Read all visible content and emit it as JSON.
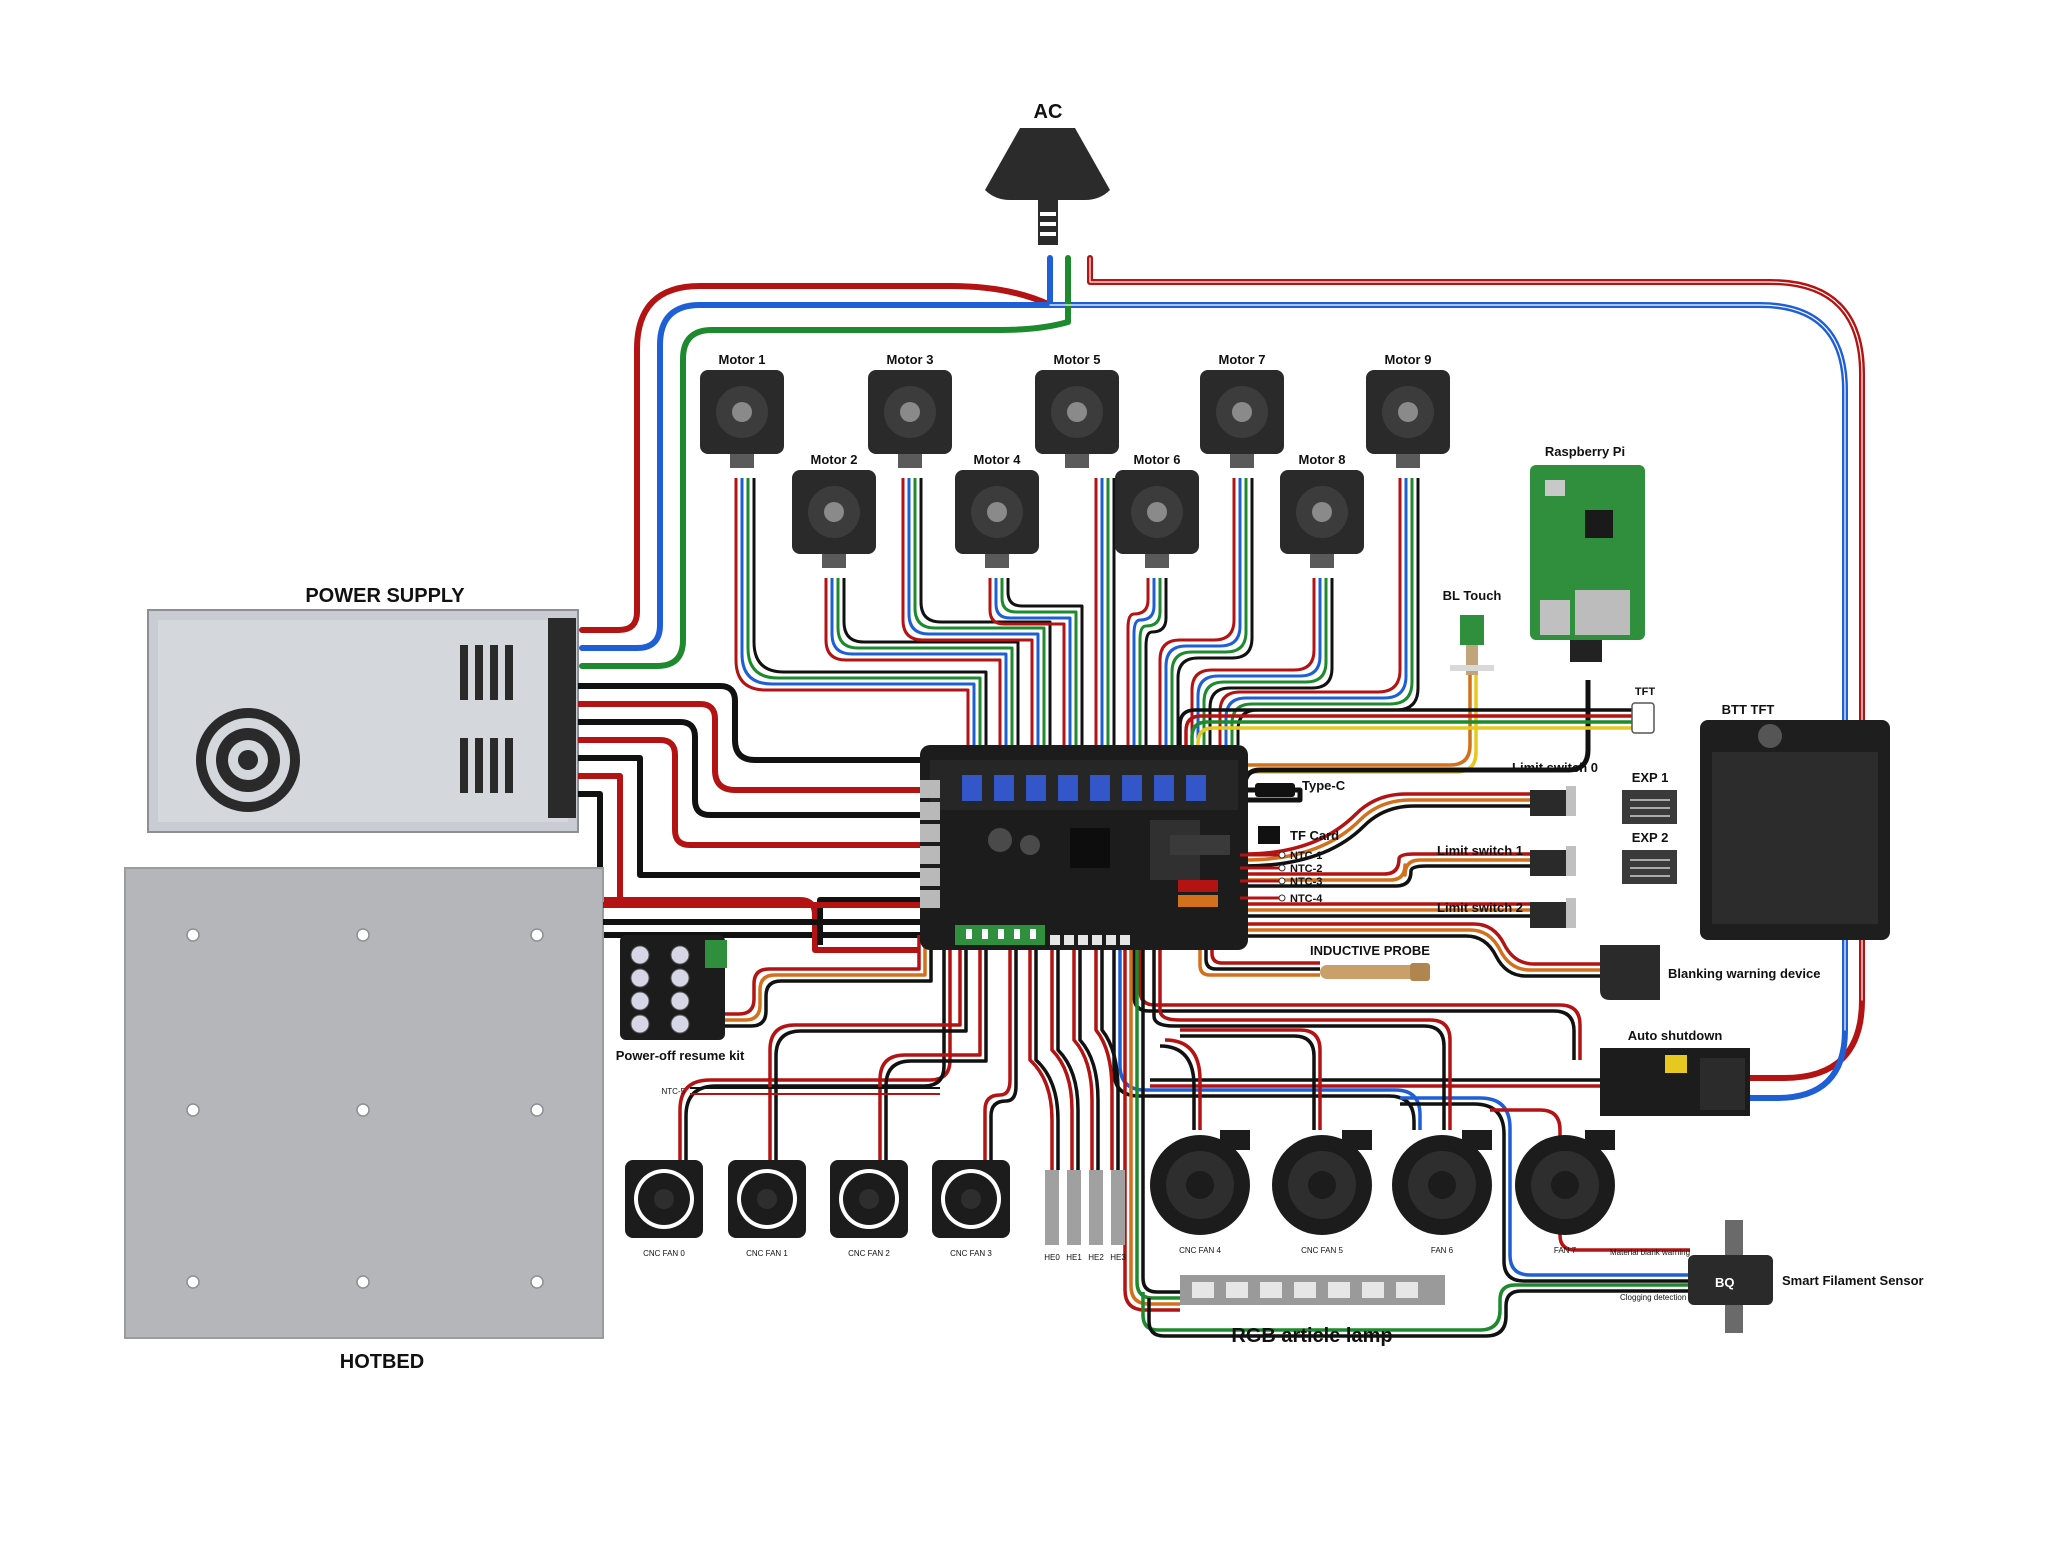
{
  "colors": {
    "wire_red": "#b31313",
    "wire_blue": "#1f5fd6",
    "wire_green": "#1e8a2e",
    "wire_black": "#111111",
    "wire_orange": "#d2701c",
    "wire_yellow": "#e6c81e",
    "board": "#1c1c1c",
    "driver": "#3357c9",
    "psu_grey": "#c9cdd3",
    "hotbed_grey": "#b4b6b9",
    "pcb_green": "#2f8f3c"
  },
  "labels": {
    "ac": "AC",
    "power_supply": "POWER SUPPLY",
    "hotbed": "HOTBED",
    "motors": [
      "Motor 1",
      "Motor 2",
      "Motor 3",
      "Motor 4",
      "Motor 5",
      "Motor 6",
      "Motor 7",
      "Motor 8",
      "Motor 9"
    ],
    "raspberry_pi": "Raspberry Pi",
    "bl_touch": "BL Touch",
    "tft": "TFT",
    "btt_tft": "BTT TFT",
    "type_c": "Type-C",
    "tf_card": "TF Card",
    "ntc": [
      "NTC-1",
      "NTC-2",
      "NTC-3",
      "NTC-4"
    ],
    "ntc5": "NTC-5",
    "limit_switches": [
      "Limit switch 0",
      "Limit switch 1",
      "Limit switch 2"
    ],
    "exp": [
      "EXP 1",
      "EXP 2"
    ],
    "inductive_probe": "INDUCTIVE PROBE",
    "blanking_warning": "Blanking warning device",
    "auto_shutdown": "Auto shutdown",
    "power_off_resume": "Power-off resume kit",
    "cnc_fans": [
      "CNC FAN 0",
      "CNC FAN 1",
      "CNC FAN 2",
      "CNC FAN 3"
    ],
    "heaters": [
      "HE0",
      "HE1",
      "HE2",
      "HE3"
    ],
    "blowers": [
      "CNC FAN 4",
      "CNC FAN 5",
      "FAN 6",
      "FAN 7"
    ],
    "rgb_lamp": "RGB article lamp",
    "smart_filament_sensor": "Smart Filament Sensor",
    "material_blank_warning": "Material blank warning",
    "clogging_detection": "Clogging detection",
    "sensor_logo": "BQ"
  }
}
